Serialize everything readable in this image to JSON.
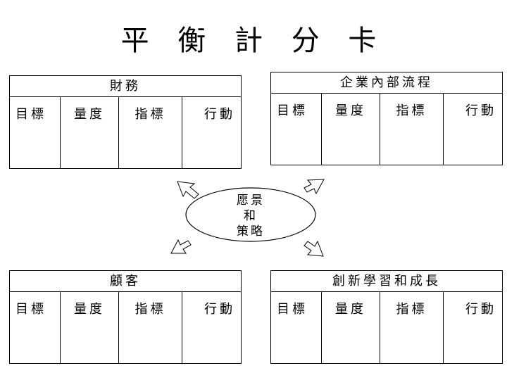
{
  "title": "平 衡 計 分 卡",
  "center": {
    "line1": "愿景",
    "line2": "和",
    "line3": "策略"
  },
  "panels": {
    "financial": {
      "title": "財務",
      "cols": [
        "目標",
        "量度",
        "指標",
        "行動"
      ]
    },
    "internal": {
      "title": "企業內部流程",
      "cols": [
        "目標",
        "量度",
        "指標",
        "行動"
      ]
    },
    "customer": {
      "title": "顧客",
      "cols": [
        "目標",
        "量度",
        "指標",
        "行動"
      ]
    },
    "innovation": {
      "title": "創新學習和成長",
      "cols": [
        "目標",
        "量度",
        "指標",
        "行動"
      ]
    }
  }
}
